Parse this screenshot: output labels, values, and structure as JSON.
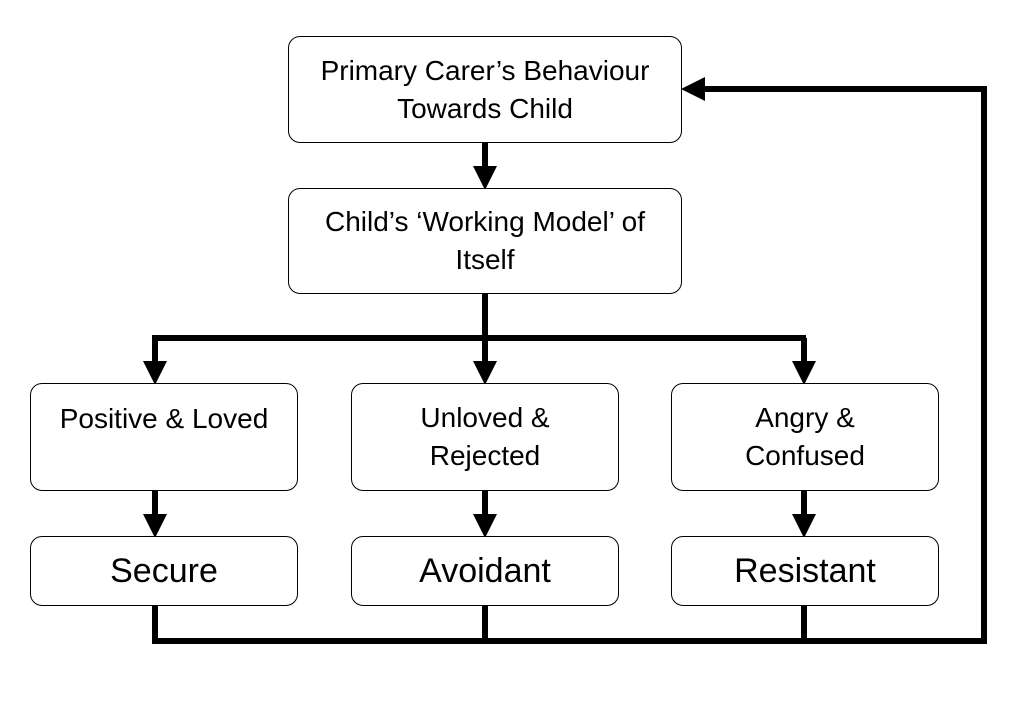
{
  "nodes": {
    "carer": "Primary Carer’s Behaviour\nTowards Child",
    "model": "Child’s ‘Working Model’ of\nItself",
    "positive": "Positive & Loved",
    "unloved": "Unloved &\nRejected",
    "angry": "Angry &\nConfused",
    "secure": "Secure",
    "avoidant": "Avoidant",
    "resistant": "Resistant"
  },
  "edges": [
    {
      "from": "carer",
      "to": "model"
    },
    {
      "from": "model",
      "to": "positive"
    },
    {
      "from": "model",
      "to": "unloved"
    },
    {
      "from": "model",
      "to": "angry"
    },
    {
      "from": "positive",
      "to": "secure"
    },
    {
      "from": "unloved",
      "to": "avoidant"
    },
    {
      "from": "angry",
      "to": "resistant"
    },
    {
      "from": "secure",
      "to": "carer"
    },
    {
      "from": "avoidant",
      "to": "carer"
    },
    {
      "from": "resistant",
      "to": "carer"
    }
  ]
}
